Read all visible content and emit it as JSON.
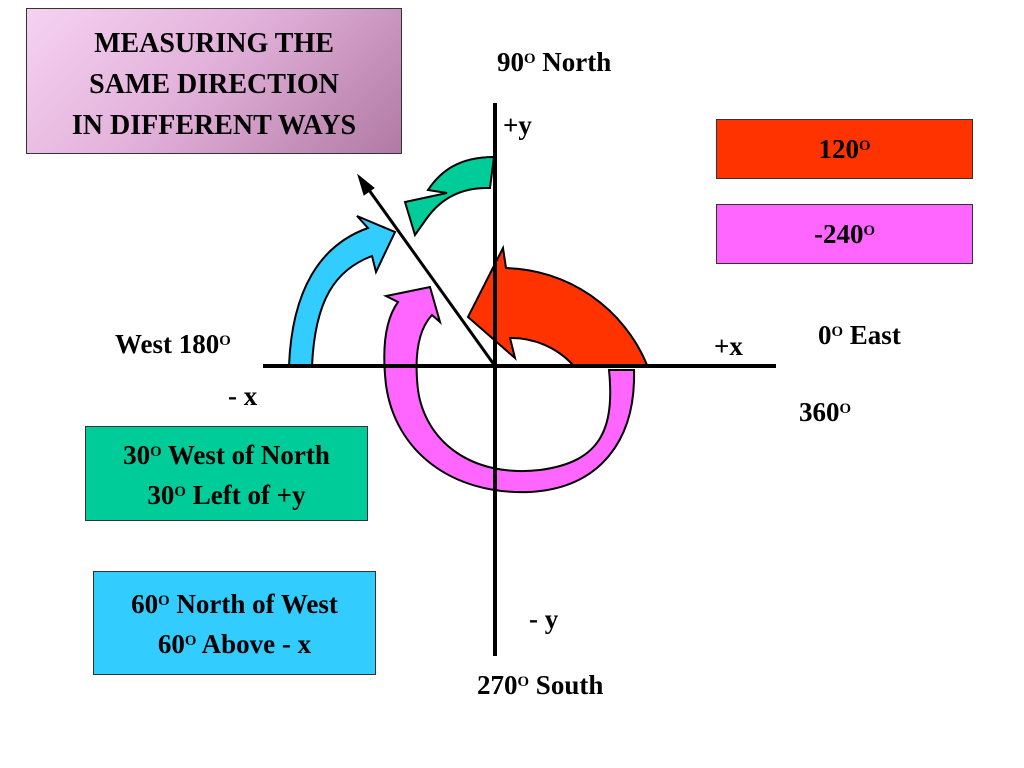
{
  "title": {
    "line1": "MEASURING THE",
    "line2": "SAME DIRECTION",
    "line3": "IN DIFFERENT WAYS"
  },
  "degree_symbol": "O",
  "axis_labels": {
    "north_deg": "90",
    "north_word": "North",
    "plus_y": "+y",
    "east_deg": "0",
    "east_word": "East",
    "plus_x": "+x",
    "deg_360": "360",
    "west_word": "West 180",
    "minus_x": "- x",
    "minus_y": "- y",
    "south_deg": "270",
    "south_word": "South"
  },
  "angle_boxes": {
    "red_value": "120",
    "pink_value": "-240"
  },
  "green_box": {
    "line1_deg": "30",
    "line1_text": "West of North",
    "line2_deg": "30",
    "line2_text": "Left of +y"
  },
  "cyan_box": {
    "line1_deg": "60",
    "line1_text": "North of West",
    "line2_deg": "60",
    "line2_text": "Above - x"
  },
  "colors": {
    "red_arrow": "#ff3300",
    "pink_arrow": "#ff66ff",
    "green_arrow": "#00cc99",
    "cyan_arrow": "#33ccff"
  }
}
